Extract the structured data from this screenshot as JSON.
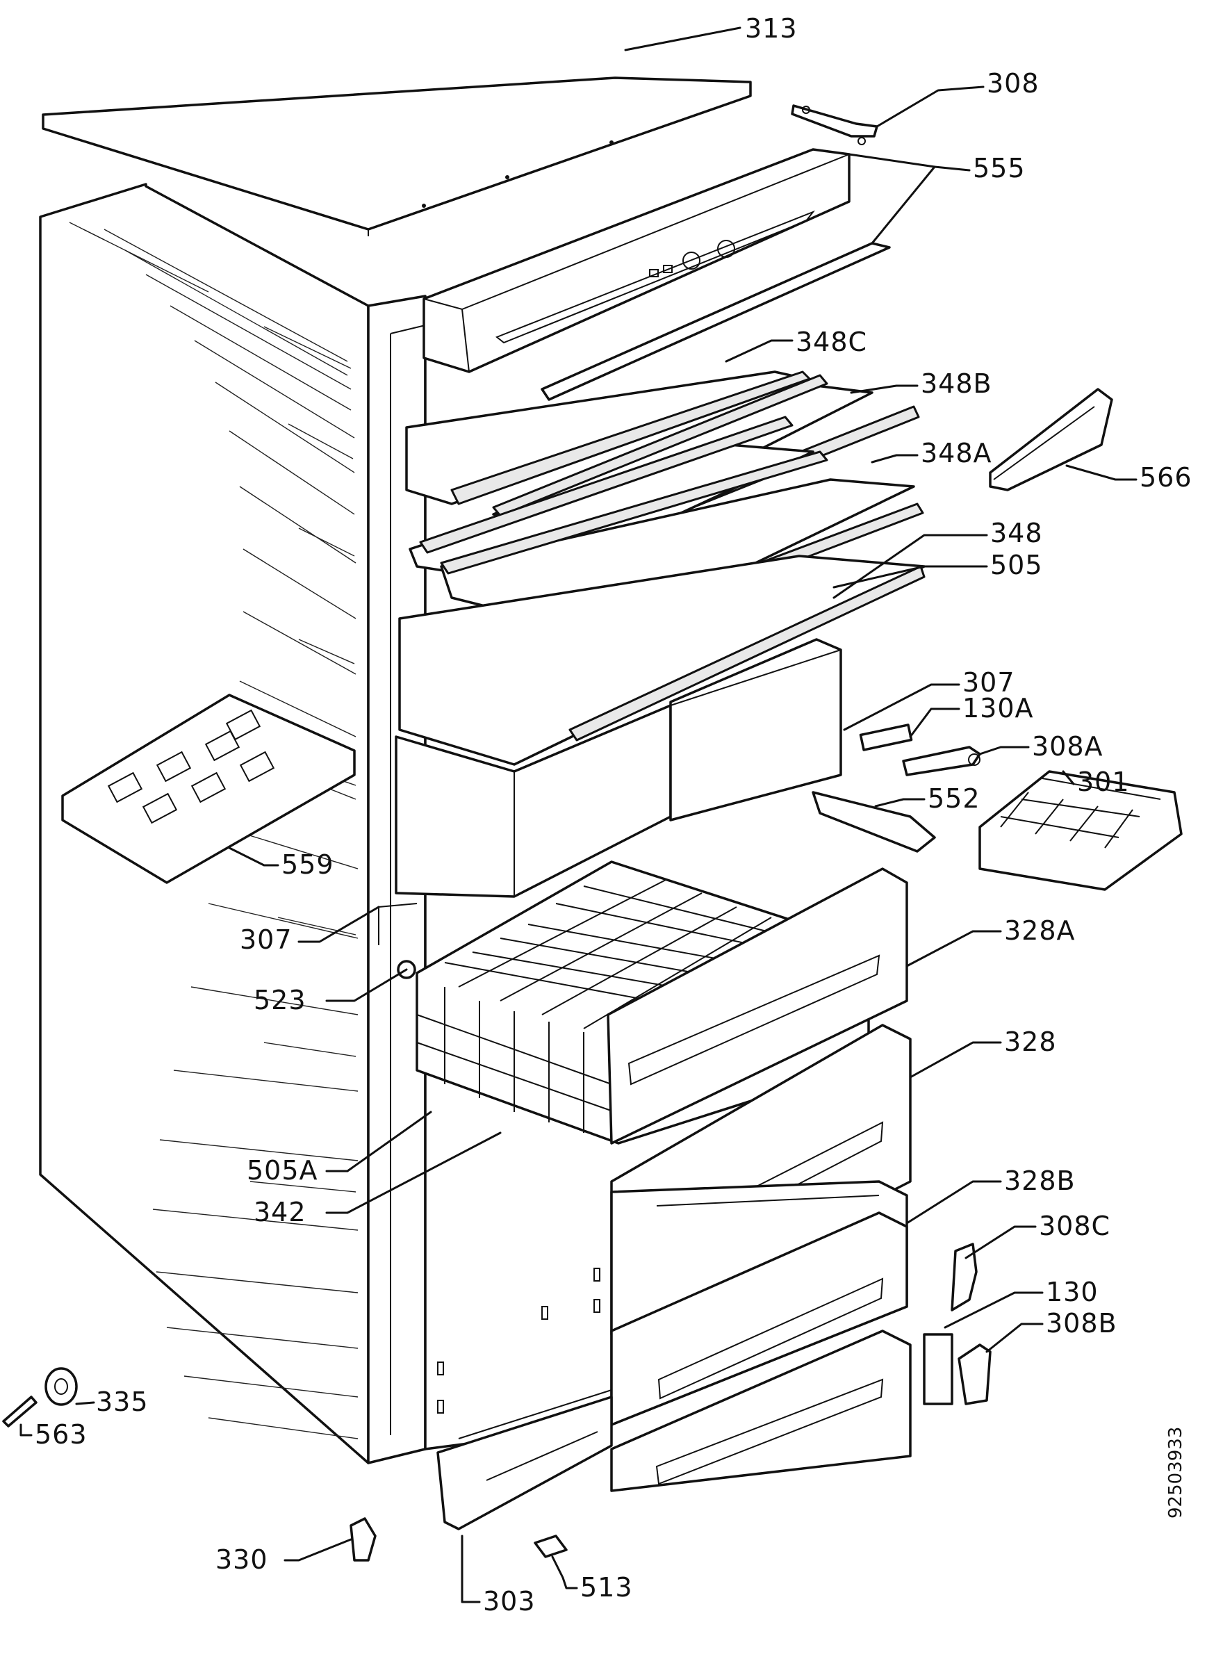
{
  "diagram": {
    "labels": {
      "l313": "313",
      "l308": "308",
      "l555": "555",
      "l348C": "348C",
      "l348B": "348B",
      "l566": "566",
      "l348A": "348A",
      "l348": "348",
      "l505": "505",
      "l307a": "307",
      "l130A": "130A",
      "l308A": "308A",
      "l301": "301",
      "l552": "552",
      "l559": "559",
      "l307b": "307",
      "l328A": "328A",
      "l523": "523",
      "l328": "328",
      "l505A": "505A",
      "l342": "342",
      "l328B": "328B",
      "l308C": "308C",
      "l130": "130",
      "l308B": "308B",
      "l335": "335",
      "l563": "563",
      "l330": "330",
      "l303": "303",
      "l513": "513"
    },
    "code": "92503933"
  }
}
